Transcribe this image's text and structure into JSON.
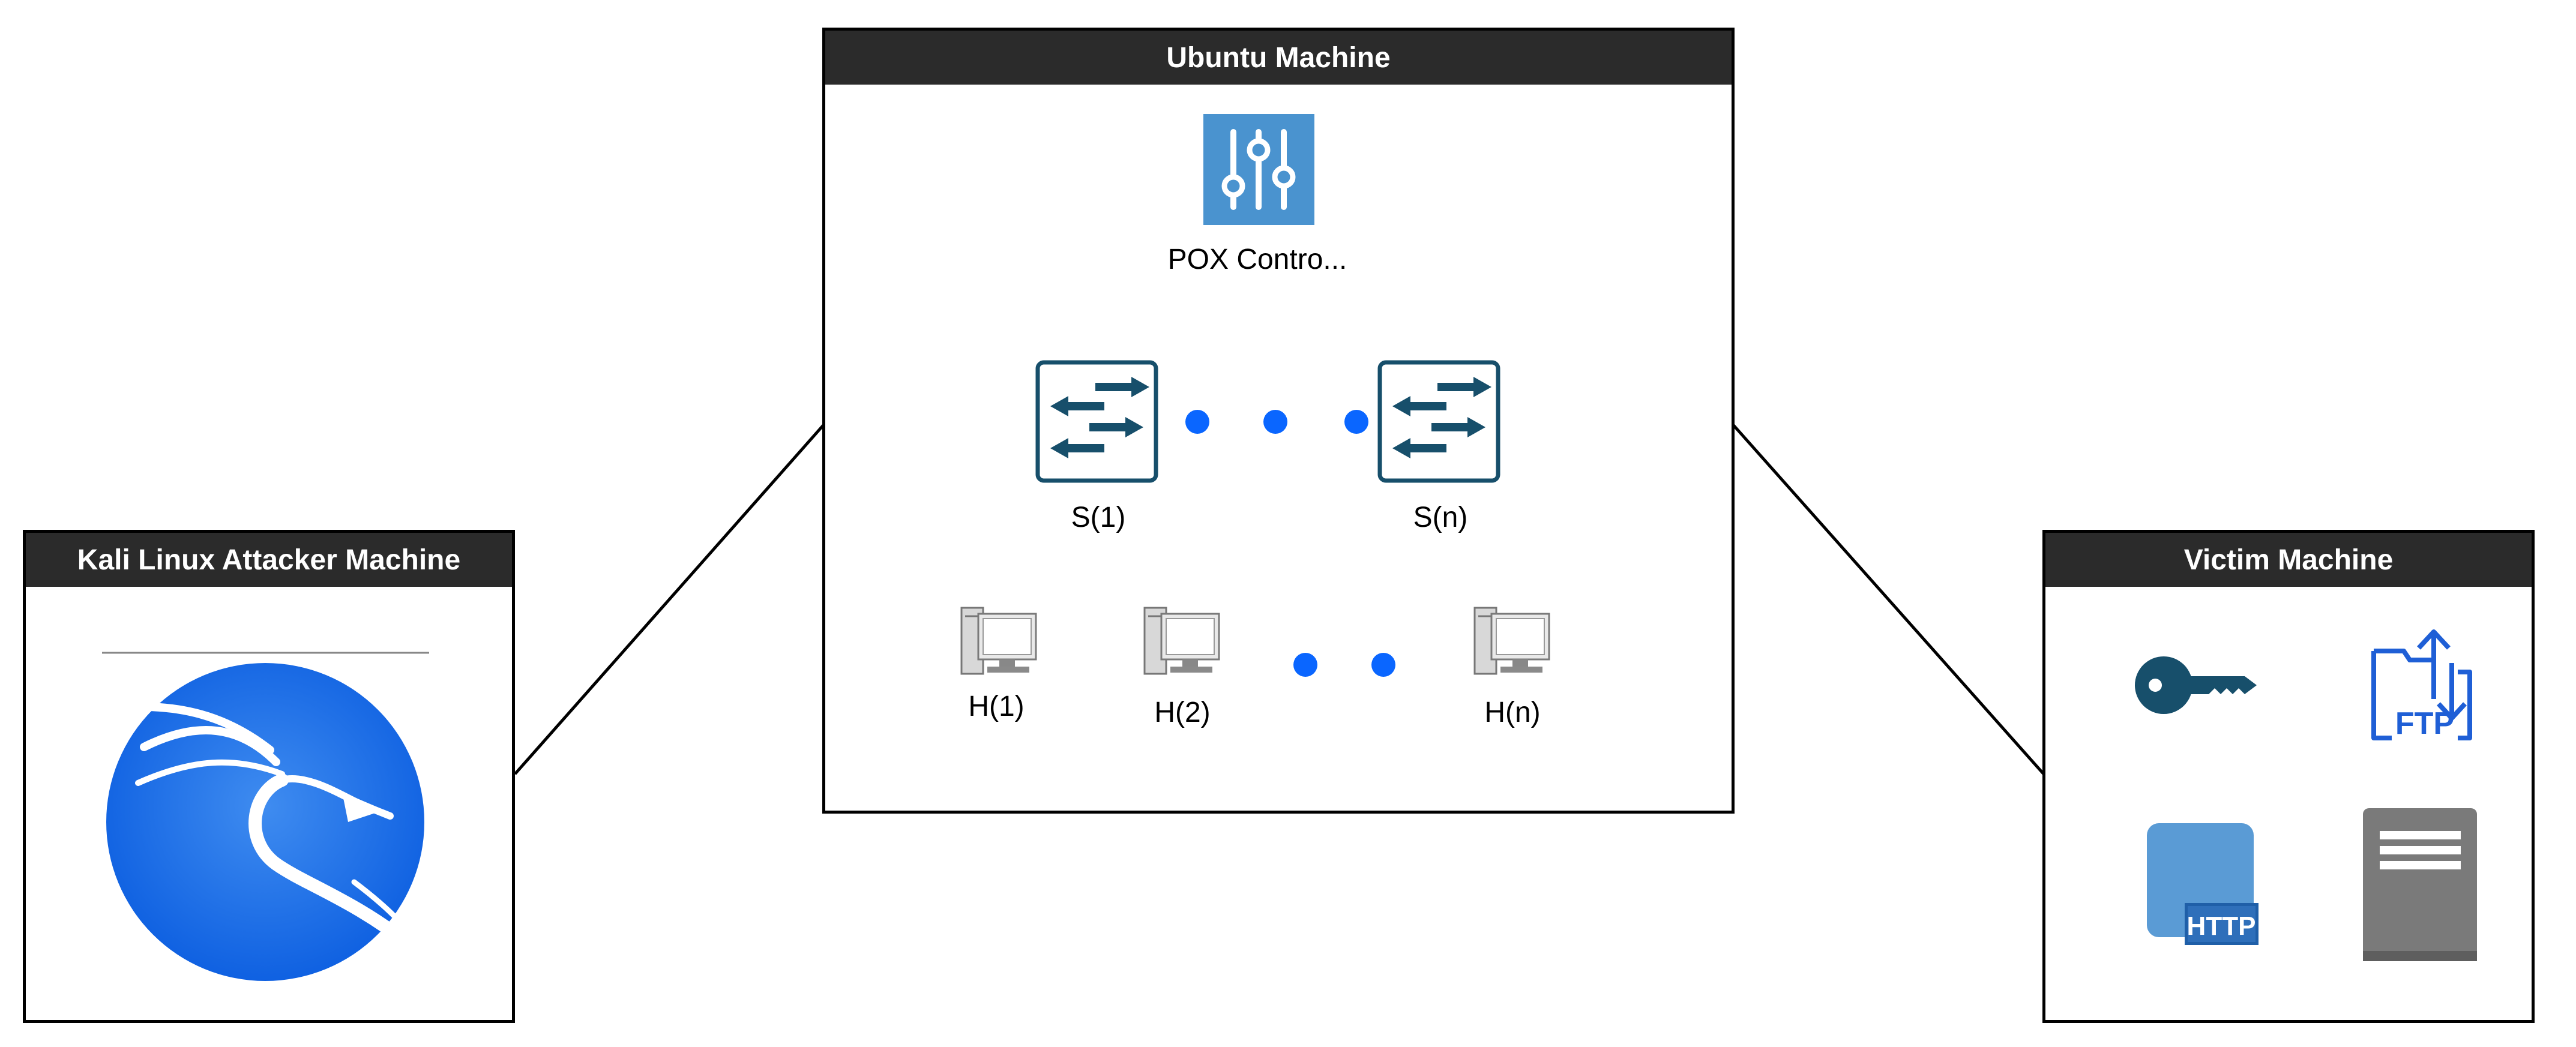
{
  "diagram": {
    "panels": {
      "ubuntu": {
        "title": "Ubuntu Machine"
      },
      "kali": {
        "title": "Kali Linux Attacker Machine"
      },
      "victim": {
        "title": "Victim Machine"
      }
    },
    "nodes": {
      "controller": {
        "label": "POX Contro...",
        "icon": "sliders-icon"
      },
      "switches": [
        {
          "label": "S(1)",
          "icon": "switch-icon"
        },
        {
          "label": "S(n)",
          "icon": "switch-icon"
        }
      ],
      "hosts": [
        {
          "label": "H(1)",
          "icon": "desktop-computer-icon"
        },
        {
          "label": "H(2)",
          "icon": "desktop-computer-icon"
        },
        {
          "label": "H(n)",
          "icon": "desktop-computer-icon"
        }
      ],
      "victim_services": [
        {
          "icon": "key-icon"
        },
        {
          "icon": "ftp-icon",
          "text": "FTP"
        },
        {
          "icon": "http-server-icon",
          "text": "HTTP"
        },
        {
          "icon": "server-icon"
        }
      ],
      "kali_logo": {
        "icon": "kali-dragon-logo"
      }
    },
    "colors": {
      "header_bg": "#2b2b2b",
      "dot_blue": "#0a66ff",
      "switch_color": "#174f6b",
      "controller_bg": "#4a93cf",
      "ftp_blue": "#1f5fd6",
      "key_color": "#174f6b",
      "http_bg": "#5a9bd5",
      "server_gray": "#7a7a7a"
    }
  }
}
